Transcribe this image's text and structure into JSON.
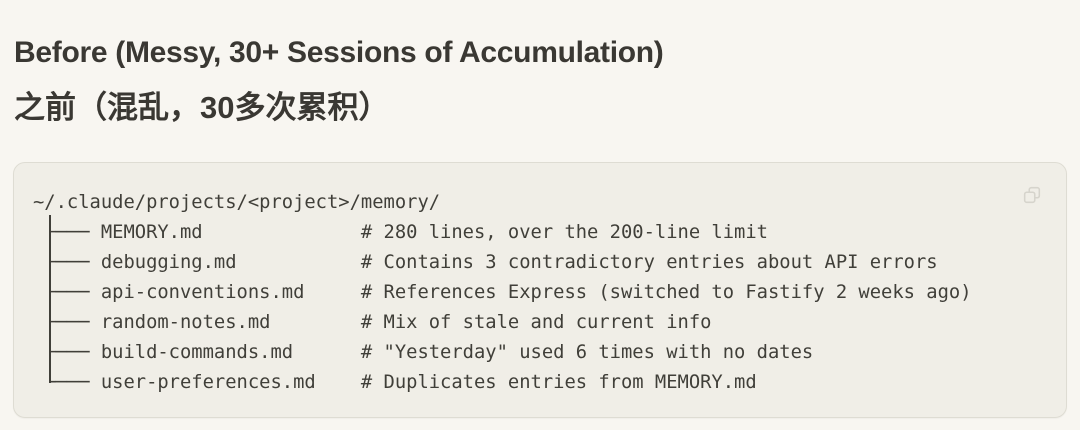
{
  "headings": {
    "title_en": "Before (Messy, 30+ Sessions of Accumulation)",
    "title_zh": "之前（混乱，30多次累积）"
  },
  "code_block": {
    "lines": [
      "~/.claude/projects/<project>/memory/",
      " ├─── MEMORY.md              # 280 lines, over the 200-line limit",
      " ├─── debugging.md           # Contains 3 contradictory entries about API errors",
      " ├─── api-conventions.md     # References Express (switched to Fastify 2 weeks ago)",
      " ├─── random-notes.md        # Mix of stale and current info",
      " ├─── build-commands.md      # \"Yesterday\" used 6 times with no dates",
      " └─── user-preferences.md    # Duplicates entries from MEMORY.md"
    ],
    "copy_icon": "copy-icon"
  },
  "colors": {
    "page_background": "#f8f6f1",
    "code_background": "#f0eee7",
    "code_border": "#dedcd3",
    "code_text": "#403f39",
    "heading_text": "#3a3833",
    "copy_icon_stroke": "#d2d0c8"
  }
}
